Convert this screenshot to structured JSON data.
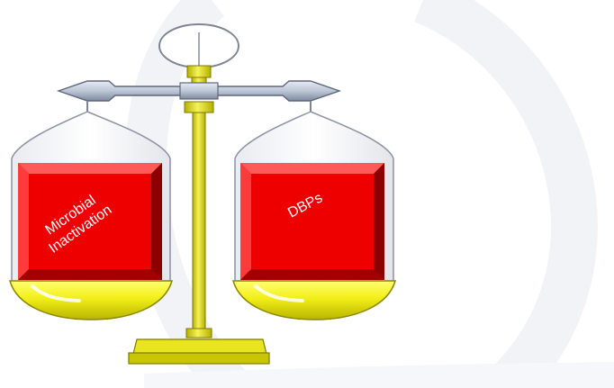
{
  "scale": {
    "left_pan": {
      "label_lines": [
        "Microbial",
        "Inactivation"
      ]
    },
    "right_pan": {
      "label": "DBPs"
    }
  },
  "colors": {
    "box_red": "#ee0000",
    "box_dark": "#8c0000",
    "box_light": "#ff5a5a",
    "pan_yellow": "#f2ef18",
    "pan_dark": "#b8b400",
    "post_yellow": "#e0dc1a",
    "beam_gray": "#bcc6d6",
    "watermark": "#f1f3f7"
  }
}
